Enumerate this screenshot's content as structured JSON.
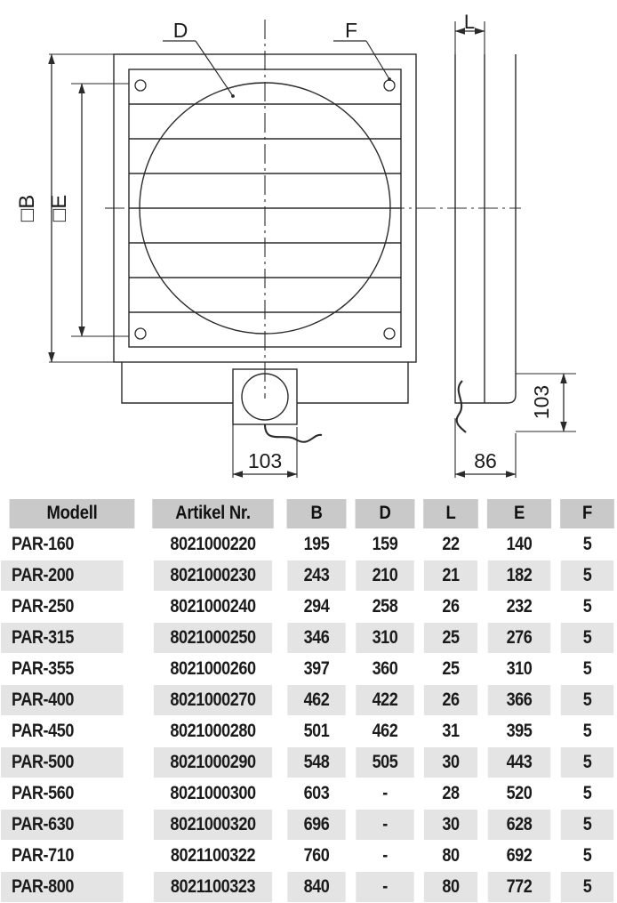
{
  "drawing": {
    "labels": {
      "d": "D",
      "f": "F",
      "l": "L",
      "b_square": "□B",
      "e_square": "□E",
      "dim_103_front": "103",
      "dim_103_side": "103",
      "dim_86": "86"
    }
  },
  "table": {
    "headers": [
      "Modell",
      "Artikel Nr.",
      "B",
      "D",
      "L",
      "E",
      "F"
    ],
    "rows": [
      {
        "modell": "PAR-160",
        "artikel": "8021000220",
        "b": "195",
        "d": "159",
        "l": "22",
        "e": "140",
        "f": "5"
      },
      {
        "modell": "PAR-200",
        "artikel": "8021000230",
        "b": "243",
        "d": "210",
        "l": "21",
        "e": "182",
        "f": "5"
      },
      {
        "modell": "PAR-250",
        "artikel": "8021000240",
        "b": "294",
        "d": "258",
        "l": "26",
        "e": "232",
        "f": "5"
      },
      {
        "modell": "PAR-315",
        "artikel": "8021000250",
        "b": "346",
        "d": "310",
        "l": "25",
        "e": "276",
        "f": "5"
      },
      {
        "modell": "PAR-355",
        "artikel": "8021000260",
        "b": "397",
        "d": "360",
        "l": "25",
        "e": "310",
        "f": "5"
      },
      {
        "modell": "PAR-400",
        "artikel": "8021000270",
        "b": "462",
        "d": "422",
        "l": "26",
        "e": "366",
        "f": "5"
      },
      {
        "modell": "PAR-450",
        "artikel": "8021000280",
        "b": "501",
        "d": "462",
        "l": "31",
        "e": "395",
        "f": "5"
      },
      {
        "modell": "PAR-500",
        "artikel": "8021000290",
        "b": "548",
        "d": "505",
        "l": "30",
        "e": "443",
        "f": "5"
      },
      {
        "modell": "PAR-560",
        "artikel": "8021000300",
        "b": "603",
        "d": "-",
        "l": "28",
        "e": "520",
        "f": "5"
      },
      {
        "modell": "PAR-630",
        "artikel": "8021000320",
        "b": "696",
        "d": "-",
        "l": "30",
        "e": "628",
        "f": "5"
      },
      {
        "modell": "PAR-710",
        "artikel": "8021100322",
        "b": "760",
        "d": "-",
        "l": "80",
        "e": "692",
        "f": "5"
      },
      {
        "modell": "PAR-800",
        "artikel": "8021100323",
        "b": "840",
        "d": "-",
        "l": "80",
        "e": "772",
        "f": "5"
      }
    ]
  },
  "colors": {
    "header_bg": "#c9c9c9",
    "row_alt_bg": "#e4e4e4",
    "row_bg": "#ffffff",
    "line": "#2b2b2b",
    "text": "#1b1b1b"
  }
}
